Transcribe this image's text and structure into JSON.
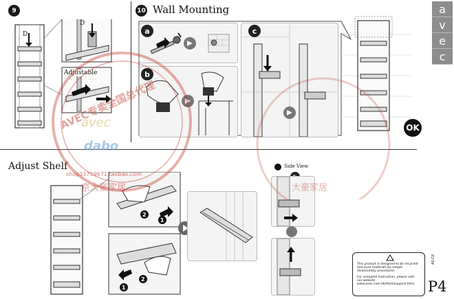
{
  "steps": {
    "step9": {
      "number": "9"
    },
    "step10": {
      "number": "10",
      "title": "Wall Mounting",
      "sub_a": "a",
      "sub_b": "b",
      "sub_c": "c"
    }
  },
  "step9_labels": {
    "d_left": "D",
    "d_right": "D",
    "adjustable": "Adjustable"
  },
  "ok_badge": "OK",
  "adjust_shelf": {
    "title": "Adjust Shelf",
    "callout_1": "1",
    "callout_2": "2"
  },
  "side_view": {
    "label": "Side View",
    "marker": "b"
  },
  "brand_tabs": [
    "a",
    "v",
    "e",
    "c"
  ],
  "note": {
    "line1": "This product is designed to be recycled into pure materials by simple disassembly procedures.",
    "line2": "For complete instruction, please visit our website",
    "url": "www.avec.com.hk/html/support.html"
  },
  "model_code": "AS-C6",
  "page_number": "P4",
  "watermark": {
    "store": "shop33759671.taobao.com",
    "brand": "dabo",
    "brand2": "avec",
    "chinese1": "京大豪家居",
    "chinese2": "大豪家居",
    "seal": "AVEC专卖全国总代理"
  },
  "colors": {
    "accent": "#1a1a1a",
    "tab_bg": "#8d8d8d",
    "watermark_red": "#c0392b",
    "watermark_blue": "#6fa8dc"
  }
}
